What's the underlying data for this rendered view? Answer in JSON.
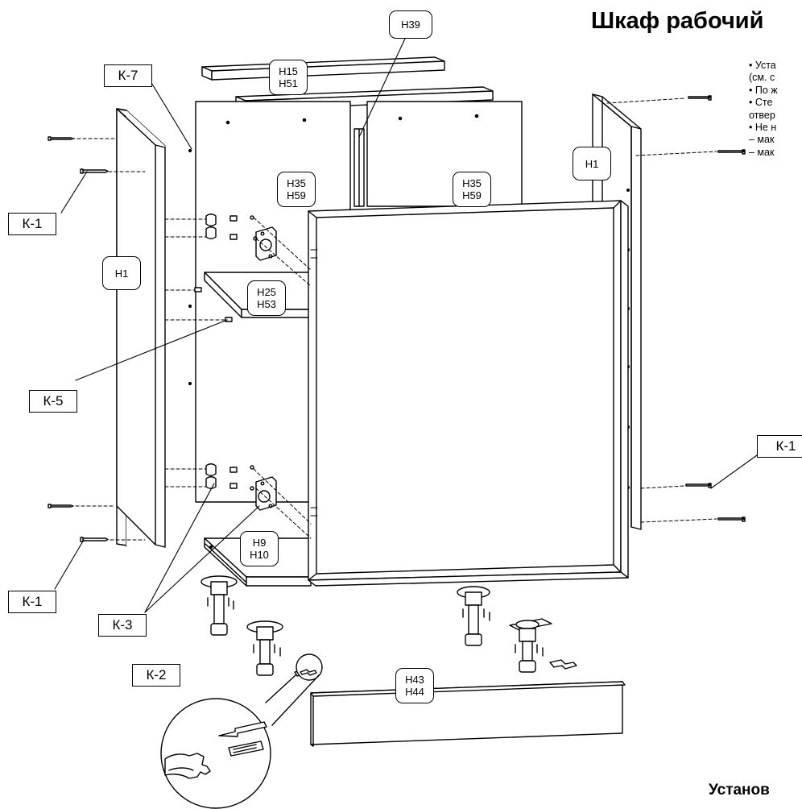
{
  "title": "Шкаф рабочий",
  "subtitle": "Установ",
  "notes": [
    "• Уста",
    "(см. с",
    "• По ж",
    "• Сте",
    "отвер",
    "• Не н",
    "– мак",
    "– мак"
  ],
  "parts": {
    "k7": "К-7",
    "k1_top_left": "К-1",
    "k5": "К-5",
    "k1_right": "К-1",
    "k1_bottom_left": "К-1",
    "k3": "К-3",
    "k2": "К-2"
  },
  "panels": {
    "h39": [
      "Н39"
    ],
    "h15": [
      "Н15",
      "Н51"
    ],
    "h1_left": [
      "Н1"
    ],
    "h35_left": [
      "Н35",
      "Н59"
    ],
    "h35_right": [
      "Н35",
      "Н59"
    ],
    "h1_right": [
      "Н1"
    ],
    "h25": [
      "Н25",
      "Н53"
    ],
    "h9": [
      "Н9",
      "Н10"
    ],
    "h43": [
      "Н43",
      "Н44"
    ]
  }
}
